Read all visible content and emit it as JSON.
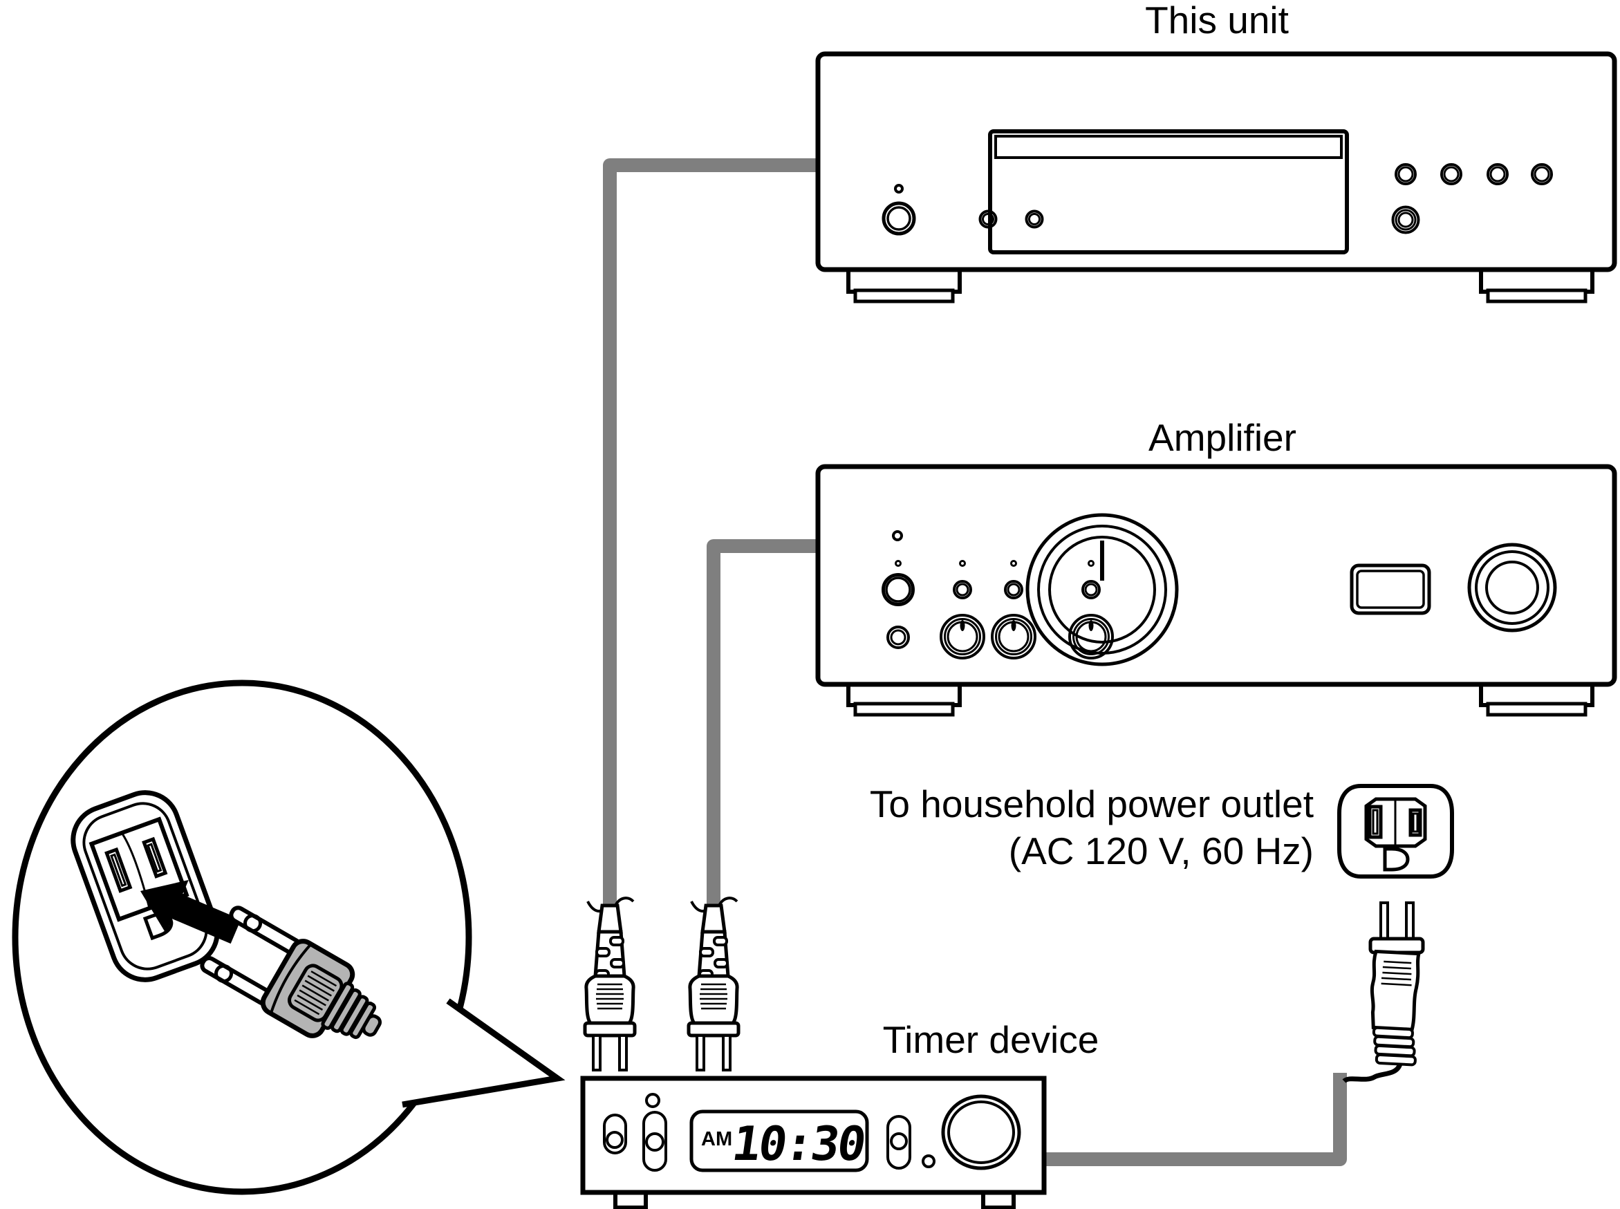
{
  "diagram": {
    "kind": "audio-timer-connection-diagram",
    "labels": {
      "this_unit": "This unit",
      "amplifier": "Amplifier",
      "outlet_line1": "To household power outlet",
      "outlet_line2": "(AC 120 V, 60 Hz)",
      "timer_device": "Timer device"
    },
    "timer_display": {
      "meridiem": "AM",
      "time": "10:30"
    },
    "colors": {
      "outline": "#000000",
      "background": "#ffffff",
      "cable_gray": "#7f7f7f",
      "plug_body_gray": "#b4b4b4"
    },
    "icons": {
      "outlet": "power-outlet-icon",
      "plug": "power-plug-icon",
      "insert_arrow": "insert-arrow-icon",
      "callout": "zoom-callout-bubble"
    },
    "connections": [
      {
        "from": "This unit",
        "to": "Timer device",
        "via": "power plug"
      },
      {
        "from": "Amplifier",
        "to": "Timer device",
        "via": "power plug"
      },
      {
        "from": "Timer device",
        "to": "Household power outlet (AC 120 V, 60 Hz)",
        "via": "power plug"
      }
    ]
  }
}
